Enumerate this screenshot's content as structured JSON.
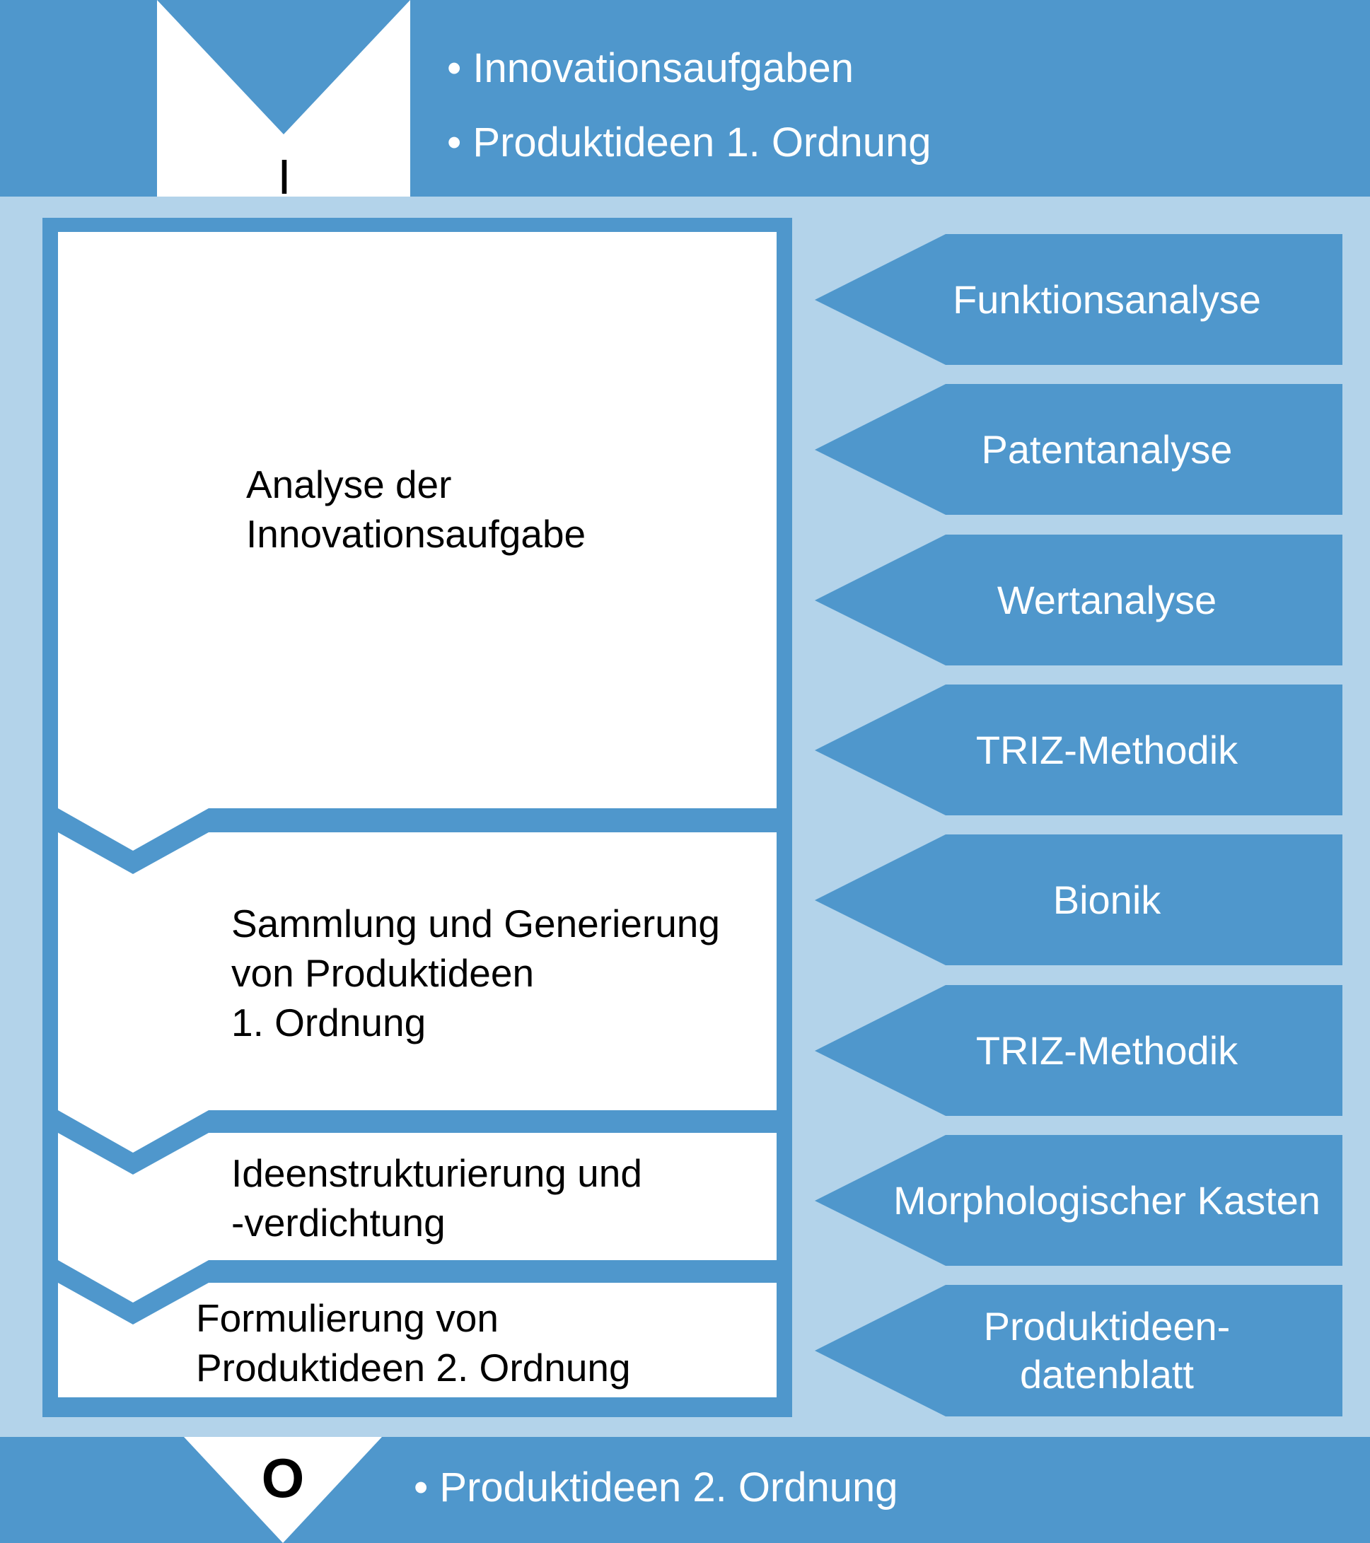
{
  "colors": {
    "band": "#4f97cc",
    "panel": "#b3d3ea",
    "frame": "#4f97cc",
    "box": "#ffffff",
    "text_light": "#ffffff",
    "text_dark": "#000000"
  },
  "input": {
    "marker": "I",
    "items": [
      "• Innovationsaufgaben",
      "• Produktideen 1. Ordnung"
    ]
  },
  "steps": [
    {
      "lines": [
        "Analyse der",
        "Innovationsaufgabe"
      ]
    },
    {
      "lines": [
        "Sammlung und Generierung",
        "von Produktideen",
        "1. Ordnung"
      ]
    },
    {
      "lines": [
        "Ideenstrukturierung und",
        "-verdichtung"
      ]
    },
    {
      "lines": [
        "Formulierung von",
        "Produktideen 2. Ordnung"
      ]
    }
  ],
  "methods": [
    {
      "lines": [
        "Funktionsanalyse"
      ]
    },
    {
      "lines": [
        "Patentanalyse"
      ]
    },
    {
      "lines": [
        "Wertanalyse"
      ]
    },
    {
      "lines": [
        "TRIZ-Methodik"
      ]
    },
    {
      "lines": [
        "Bionik"
      ]
    },
    {
      "lines": [
        "TRIZ-Methodik"
      ]
    },
    {
      "lines": [
        "Morphologischer Kasten"
      ]
    },
    {
      "lines": [
        "Produktideen-",
        "datenblatt"
      ]
    }
  ],
  "output": {
    "marker": "O",
    "items": [
      "• Produktideen 2. Ordnung"
    ]
  }
}
